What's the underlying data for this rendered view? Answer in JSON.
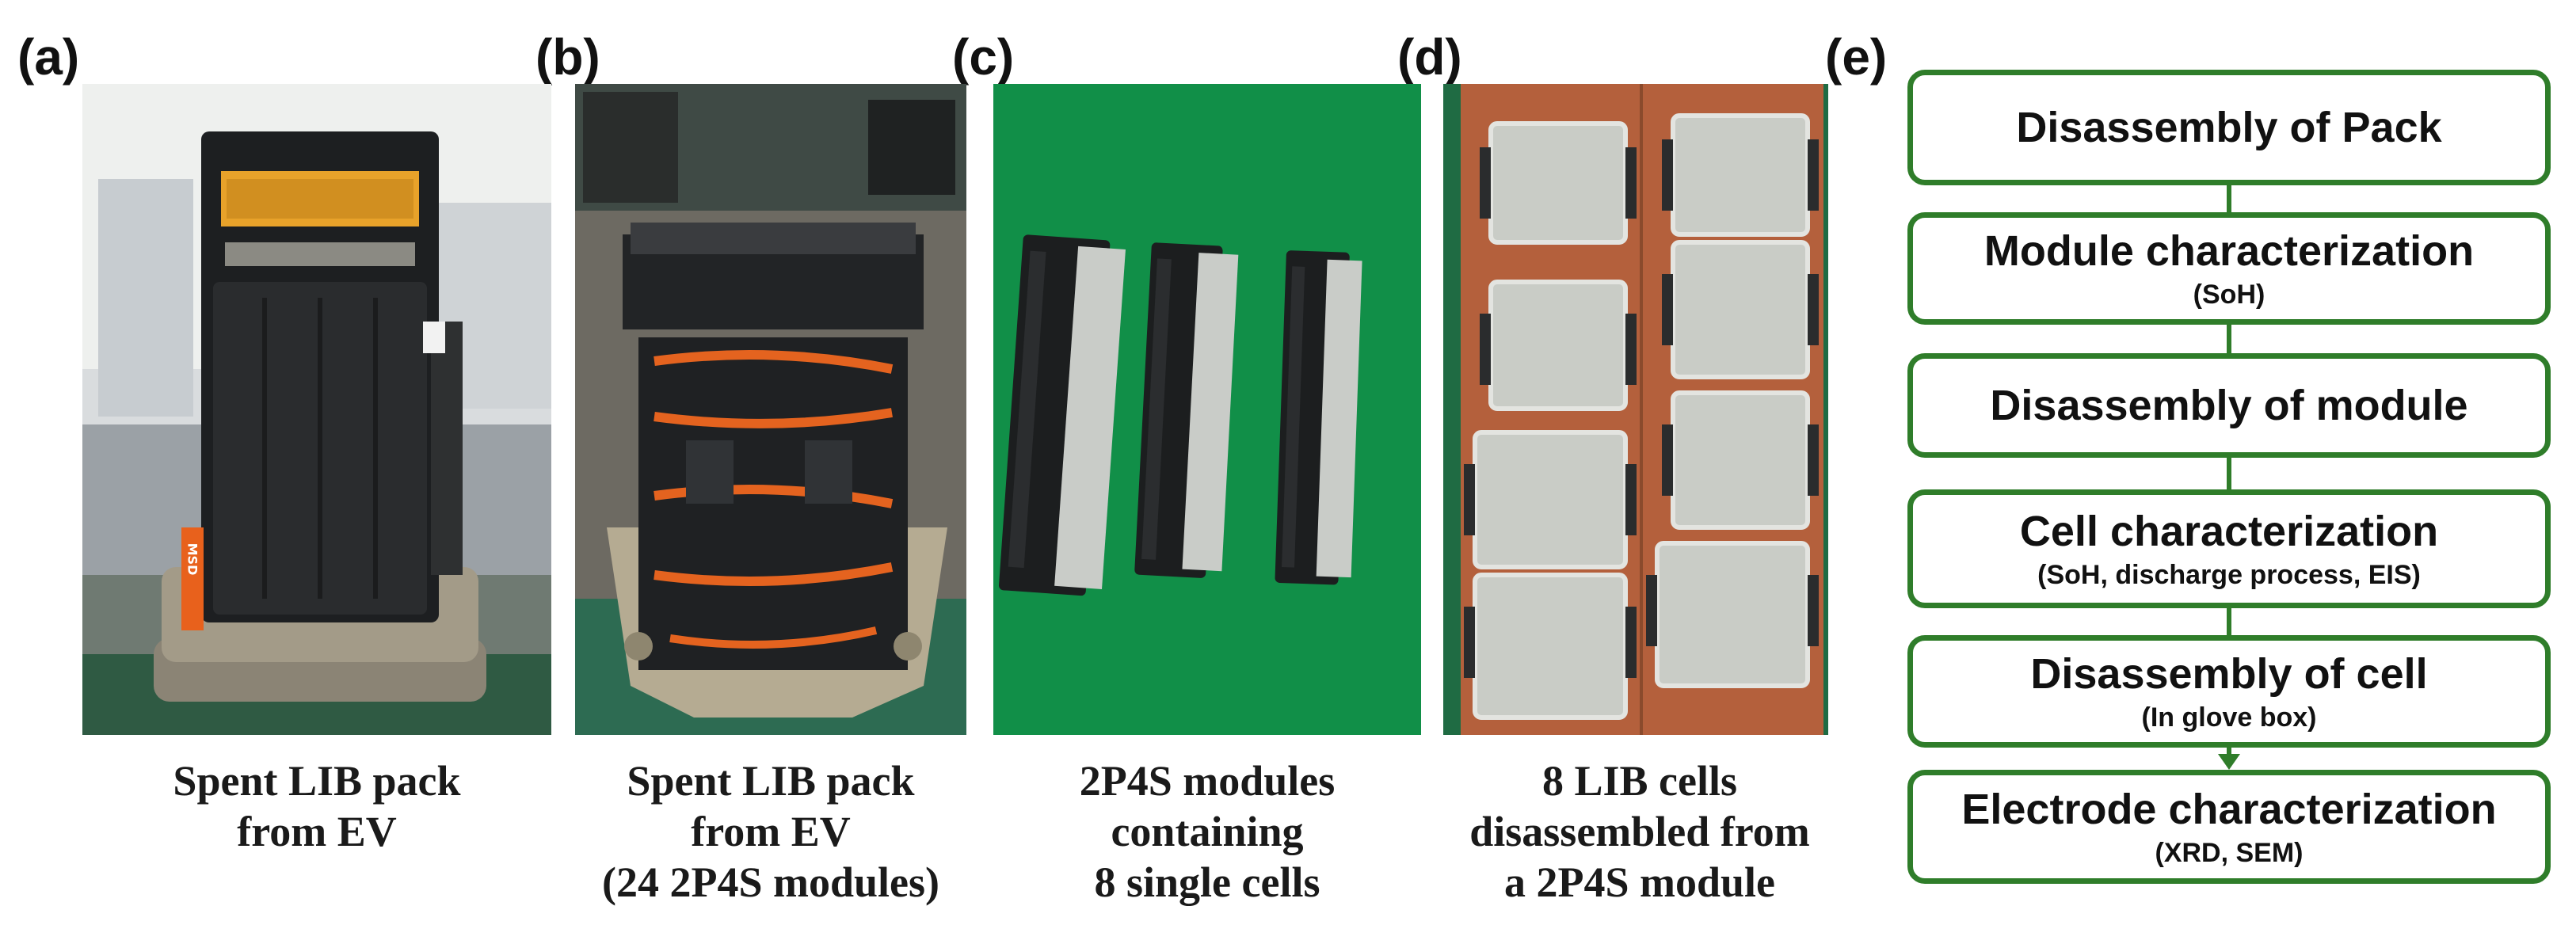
{
  "panels": [
    {
      "label": "(a)",
      "caption": [
        "Spent LIB pack",
        "from EV"
      ]
    },
    {
      "label": "(b)",
      "caption": [
        "Spent LIB pack",
        "from EV",
        "(24 2P4S modules)"
      ]
    },
    {
      "label": "(c)",
      "caption": [
        "2P4S modules",
        "containing",
        "8 single cells"
      ]
    },
    {
      "label": "(d)",
      "caption": [
        "8 LIB cells",
        "disassembled from",
        "a 2P4S module"
      ]
    },
    {
      "label": "(e)"
    }
  ],
  "photo_text": {
    "pack_sticker": "MSD"
  },
  "flow": [
    {
      "title": "Disassembly of Pack",
      "sub": ""
    },
    {
      "title": "Module characterization",
      "sub": "(SoH)"
    },
    {
      "title": "Disassembly of module",
      "sub": ""
    },
    {
      "title": "Cell characterization",
      "sub": "(SoH, discharge process, EIS)"
    },
    {
      "title": "Disassembly of cell",
      "sub": "(In glove box)"
    },
    {
      "title": "Electrode characterization",
      "sub": "(XRD, SEM)"
    }
  ],
  "colors": {
    "flow_accent": "#2f7d2a",
    "mat_green": "#0f8a45",
    "wood": "#b4603c"
  }
}
